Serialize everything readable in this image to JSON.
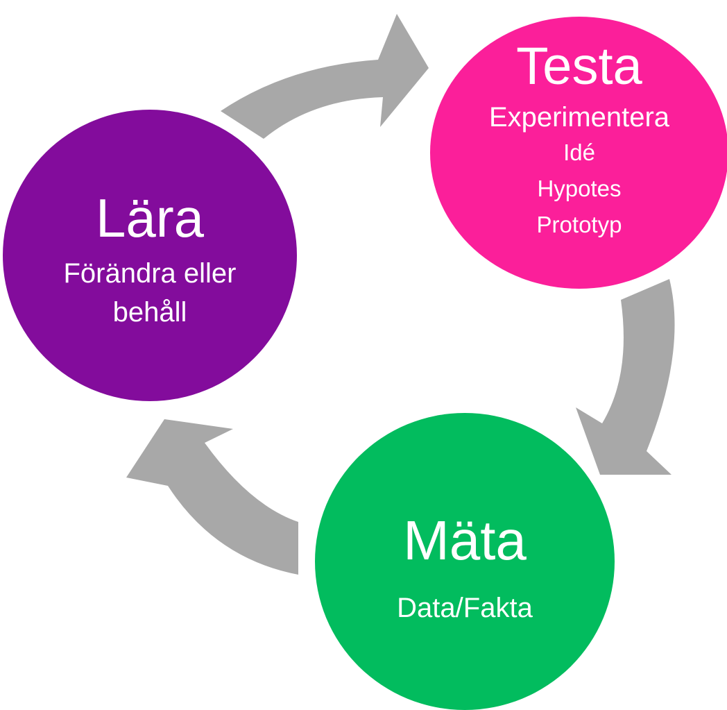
{
  "colors": {
    "arrow": "#a8a8a8",
    "lara": "#830c9c",
    "testa": "#fb1f9a",
    "mata": "#02bc5e",
    "text": "#ffffff"
  },
  "nodes": {
    "lara": {
      "title": "Lära",
      "subtitle": "Förändra eller behåll"
    },
    "testa": {
      "title": "Testa",
      "subtitle": "Experimentera",
      "items": [
        "Idé",
        "Hypotes",
        "Prototyp"
      ]
    },
    "mata": {
      "title": "Mäta",
      "subtitle": "Data/Fakta"
    }
  }
}
